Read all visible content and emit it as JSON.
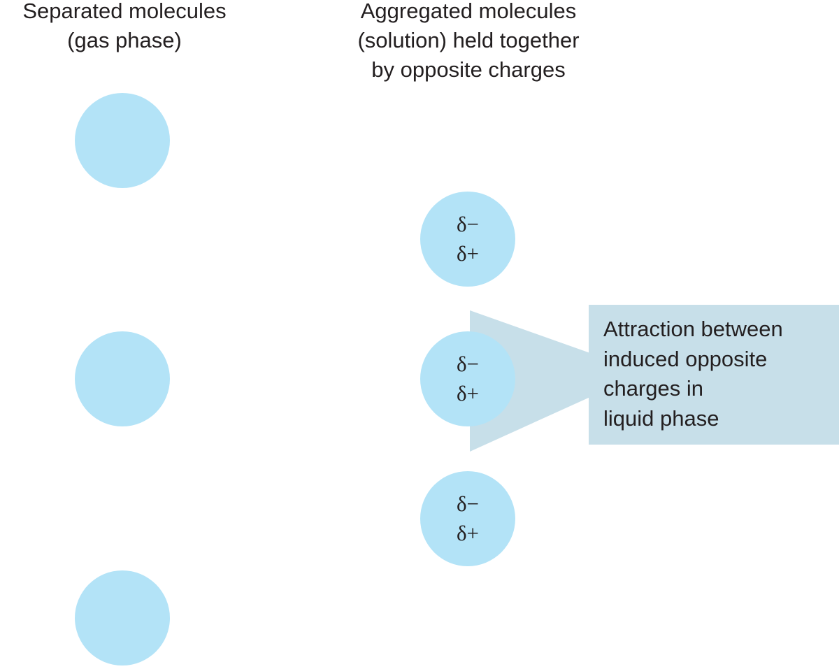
{
  "headings": {
    "gas": "Separated molecules\n(gas phase)",
    "solution": "Aggregated molecules\n(solution) held together\nby opposite charges"
  },
  "gas_molecules": [
    {
      "id": "gas-1"
    },
    {
      "id": "gas-2"
    },
    {
      "id": "gas-3"
    }
  ],
  "solution_molecules": [
    {
      "top_charge": "δ−",
      "bottom_charge": "δ+"
    },
    {
      "top_charge": "δ−",
      "bottom_charge": "δ+"
    },
    {
      "top_charge": "δ−",
      "bottom_charge": "δ+"
    }
  ],
  "callout": {
    "text": "Attraction between\ninduced opposite\ncharges in\nliquid phase"
  },
  "colors": {
    "molecule_fill": "#b3e3f7",
    "callout_fill": "#c7dfe9",
    "text": "#231f20",
    "background": "#ffffff"
  }
}
